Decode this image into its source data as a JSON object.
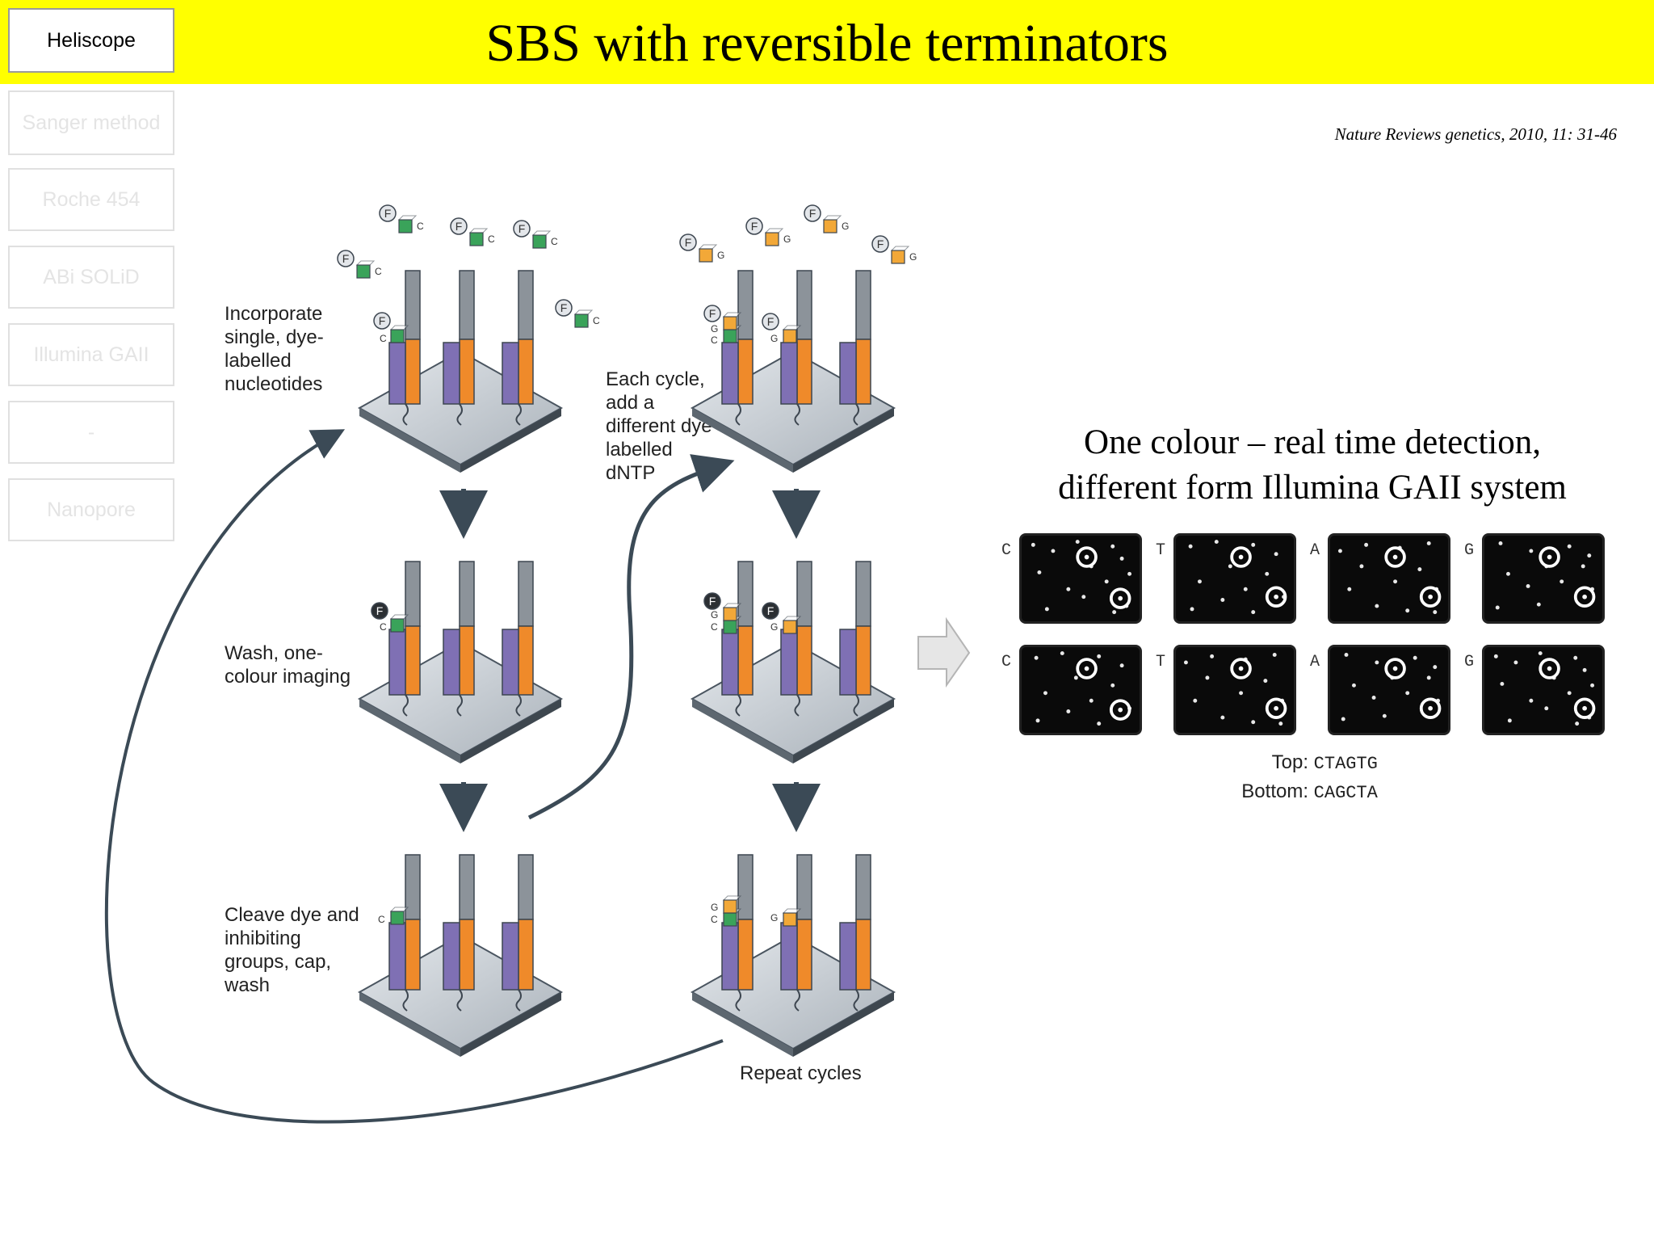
{
  "title": "SBS with reversible terminators",
  "nav": [
    {
      "label": "Heliscope",
      "active": true
    },
    {
      "label": "Sanger method",
      "active": false
    },
    {
      "label": "Roche 454",
      "active": false
    },
    {
      "label": "ABi SOLiD",
      "active": false
    },
    {
      "label": "Illumina GAII",
      "active": false
    },
    {
      "label": "-",
      "active": false
    },
    {
      "label": "Nanopore",
      "active": false
    }
  ],
  "citation": "Nature Reviews genetics, 2010, 11: 31-46",
  "steps": {
    "incorporate": "Incorporate single, dye-labelled nucleotides",
    "wash": "Wash, one-colour imaging",
    "cleave": "Cleave dye and inhibiting groups, cap, wash",
    "each_cycle": "Each cycle, add a different dye-labelled dNTP",
    "repeat": "Repeat cycles"
  },
  "caption": {
    "line1": "One colour – real time detection,",
    "line2": "different form Illumina GAII system"
  },
  "panels": {
    "row1": [
      "C",
      "T",
      "A",
      "G"
    ],
    "row2": [
      "C",
      "T",
      "A",
      "G"
    ]
  },
  "sequences": {
    "top_label": "Top:",
    "top_value": "CTAGTG",
    "bottom_label": "Bottom:",
    "bottom_value": "CAGCTA"
  },
  "glyphs": {
    "fluor": "F",
    "nuc_c": "C",
    "nuc_g": "G"
  },
  "colors": {
    "yellow_bar": "#ffff00",
    "green_nuc": "#3aa35a",
    "orange_nuc": "#f2a838",
    "strand_purple": "#7f70b4",
    "strand_orange": "#ef8a2a",
    "strand_grey": "#8c939a"
  }
}
